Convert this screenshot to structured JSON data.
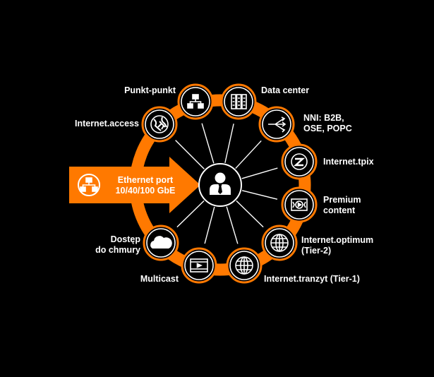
{
  "colors": {
    "orange": "#ff7900",
    "background": "#000000",
    "node_fill": "#000000",
    "line": "#ffffff",
    "icon": "#ffffff"
  },
  "center": {
    "icon": "business-person-icon"
  },
  "port": {
    "line1": "Ethernet port",
    "line2": "10/40/100 GbE",
    "icon": "network-tree-icon"
  },
  "services": [
    {
      "id": "punkt",
      "lines": [
        "Punkt-punkt"
      ],
      "icon": "network-tree-icon"
    },
    {
      "id": "datacenter",
      "lines": [
        "Data center"
      ],
      "icon": "server-rack-icon"
    },
    {
      "id": "nni",
      "lines": [
        "NNI: B2B,",
        "OSE, POPC"
      ],
      "icon": "branch-arrows-icon"
    },
    {
      "id": "tpix",
      "lines": [
        "Internet.tpix"
      ],
      "icon": "exchange-globe-icon"
    },
    {
      "id": "premium",
      "lines": [
        "Premium",
        "content"
      ],
      "icon": "video-play-icon"
    },
    {
      "id": "optimum",
      "lines": [
        "Internet.optimum",
        "(Tier-2)"
      ],
      "icon": "globe-icon"
    },
    {
      "id": "tranzyt",
      "lines": [
        "Internet.tranzyt (Tier-1)"
      ],
      "icon": "globe-icon"
    },
    {
      "id": "multicast",
      "lines": [
        "Multicast"
      ],
      "icon": "film-strip-icon"
    },
    {
      "id": "cloud",
      "lines": [
        "Dostęp",
        "do chmury"
      ],
      "icon": "cloud-icon"
    },
    {
      "id": "access",
      "lines": [
        "Internet.access"
      ],
      "icon": "globe-plane-icon"
    }
  ]
}
